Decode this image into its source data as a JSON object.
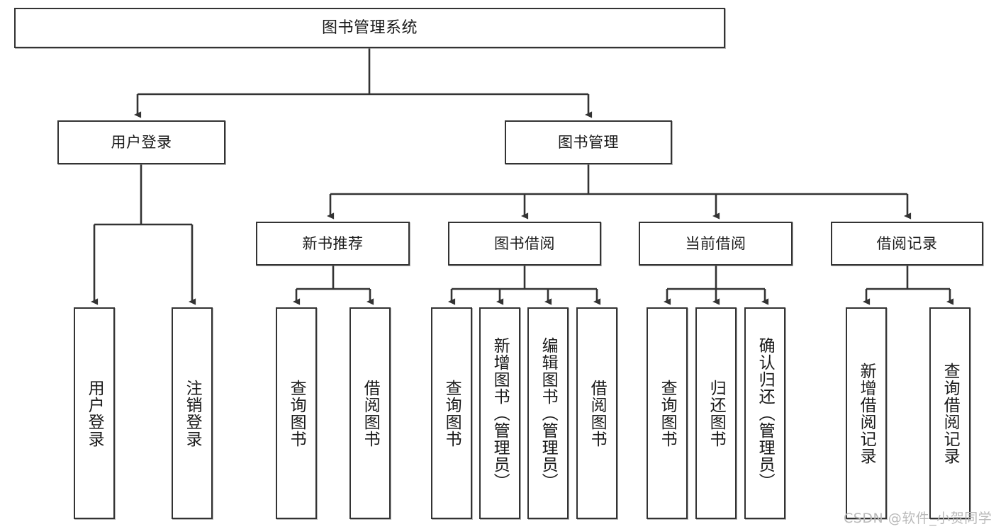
{
  "diagram": {
    "type": "hierarchy-tree",
    "title": "图书管理系统",
    "watermark": "CSDN @软件_小贺同学",
    "colors": {
      "box_border": "#333333",
      "box_fill": "#ffffff",
      "edge": "#333333",
      "text": "#1a1a1a",
      "watermark": "#b9b9b9",
      "background": "#ffffff"
    },
    "nodes": {
      "root": {
        "label": "图书管理系统"
      },
      "level2": [
        {
          "label": "用户登录"
        },
        {
          "label": "图书管理"
        }
      ],
      "level3": [
        {
          "label": "新书推荐"
        },
        {
          "label": "图书借阅"
        },
        {
          "label": "当前借阅"
        },
        {
          "label": "借阅记录"
        }
      ],
      "leaves": {
        "user_login": [
          {
            "label": "用户登录"
          },
          {
            "label": "注销登录"
          }
        ],
        "new_book_recommend": [
          {
            "label": "查询图书"
          },
          {
            "label": "借阅图书"
          }
        ],
        "book_borrow": [
          {
            "label": "查询图书"
          },
          {
            "label": "新增图书（管理员）"
          },
          {
            "label": "编辑图书（管理员）"
          },
          {
            "label": "借阅图书"
          }
        ],
        "current_borrow": [
          {
            "label": "查询图书"
          },
          {
            "label": "归还图书"
          },
          {
            "label": "确认归还（管理员）"
          }
        ],
        "borrow_record": [
          {
            "label": "新增借阅记录"
          },
          {
            "label": "查询借阅记录"
          }
        ]
      }
    }
  }
}
